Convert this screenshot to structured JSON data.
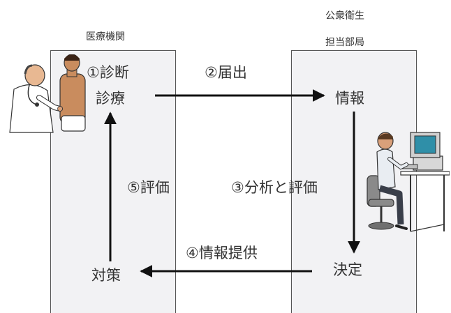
{
  "left_column": {
    "header": "医療機関"
  },
  "right_column": {
    "header_line1": "公衆衛生",
    "header_line2": "担当部局"
  },
  "nodes": {
    "diagnosis_step": "①診断",
    "medical_care": "診療",
    "information": "情報",
    "decision": "決定",
    "countermeasure": "対策"
  },
  "arrows": {
    "report": "②届出",
    "analysis": "③分析と評価",
    "info_provision": "④情報提供",
    "evaluation": "⑤評価"
  },
  "colors": {
    "column_fill": "#f2f2f4",
    "arrow": "#111111"
  },
  "illustrations": {
    "left": "doctor-examining-patient",
    "right": "analyst-at-computer-workstation"
  }
}
